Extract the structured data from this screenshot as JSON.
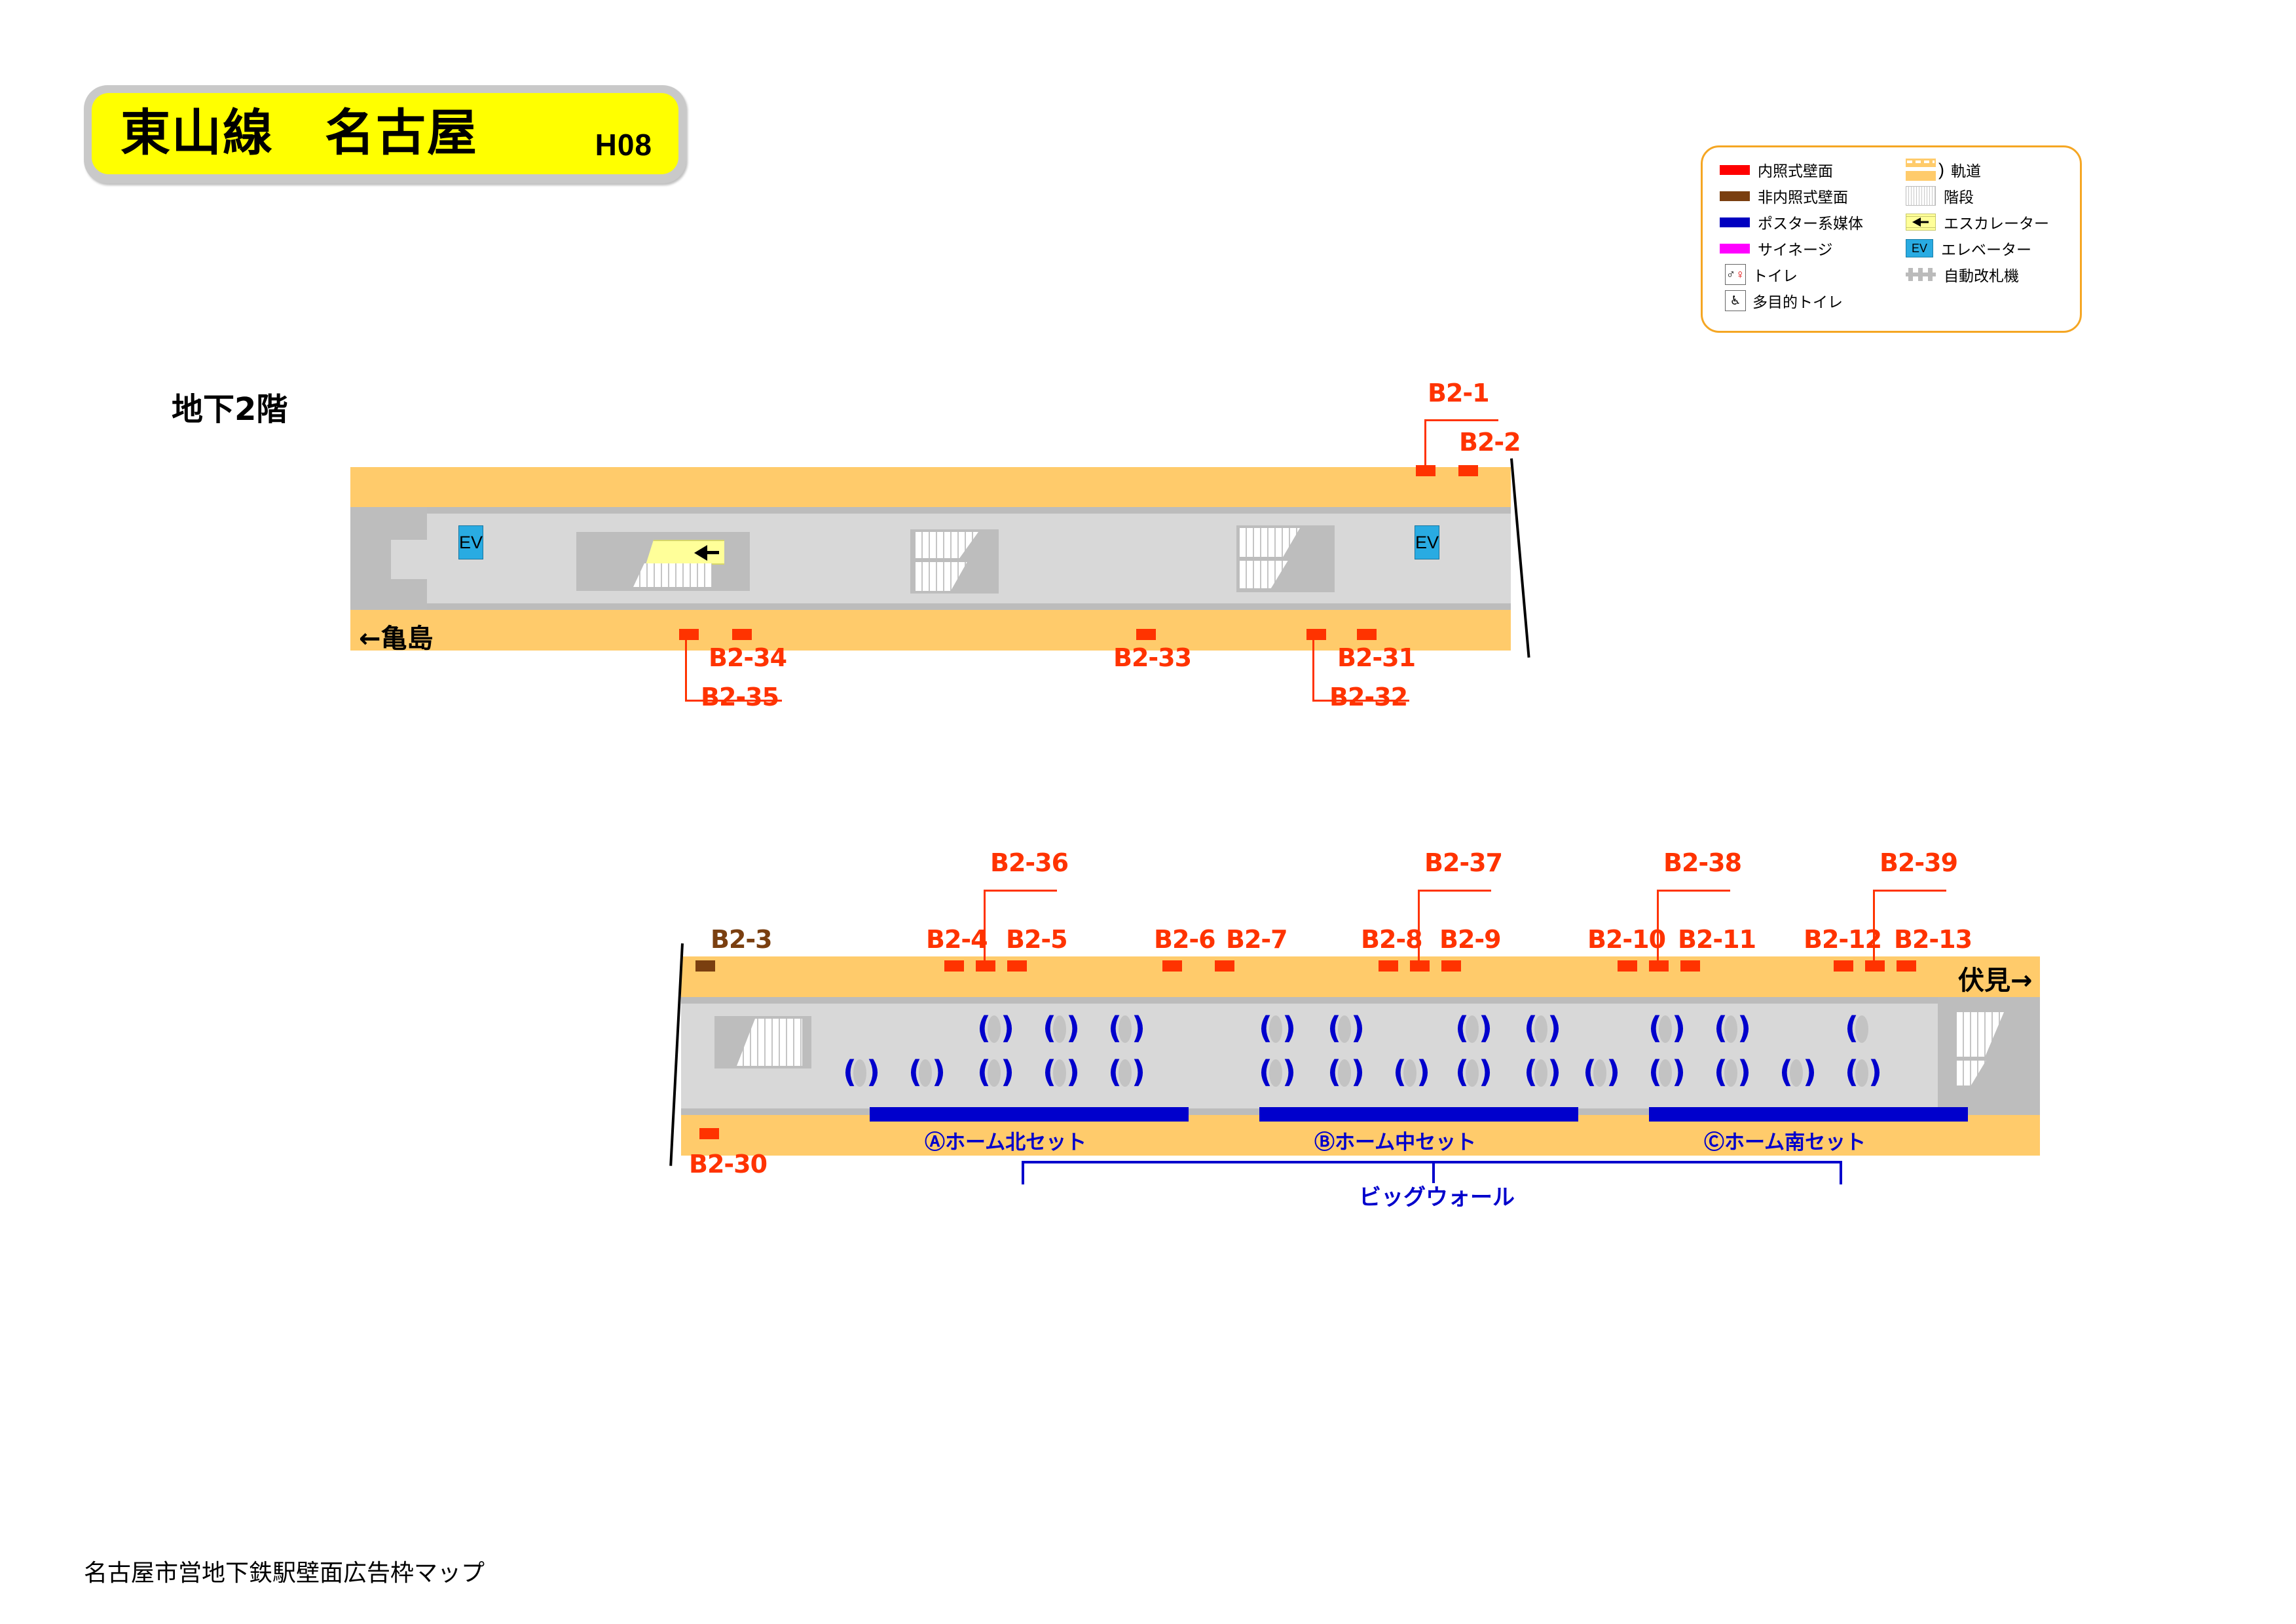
{
  "title": {
    "line_station": "東山線　名古屋",
    "station_code": "H08"
  },
  "legend": {
    "left_items": [
      {
        "swatch": "red-swatch",
        "label": "内照式壁面"
      },
      {
        "swatch": "brown-swatch",
        "label": "非内照式壁面"
      },
      {
        "swatch": "blue-swatch",
        "label": "ポスター系媒体"
      },
      {
        "swatch": "magenta-swatch",
        "label": "サイネージ"
      },
      {
        "swatch": "toilet-icon",
        "label": "トイレ"
      },
      {
        "swatch": "accessible-toilet-icon",
        "label": "多目的トイレ"
      }
    ],
    "right_items": [
      {
        "swatch": "track-icon",
        "label": "軌道"
      },
      {
        "swatch": "stairs-icon",
        "label": "階段"
      },
      {
        "swatch": "escalator-icon",
        "label": "エスカレーター"
      },
      {
        "swatch": "elevator-icon",
        "label": "エレベーター"
      },
      {
        "swatch": "ticket-gate-icon",
        "label": "自動改札機"
      }
    ],
    "elevator_text": "EV",
    "toilet_glyphs": {
      "male": "🚹",
      "female": "🚺",
      "accessible": "♿"
    }
  },
  "floor_label": "地下2階",
  "upper_plan": {
    "direction_left": "←亀島",
    "elevator_text": "EV",
    "top_markers": [
      {
        "id": "B2-1",
        "color": "#ff0000"
      },
      {
        "id": "B2-2",
        "color": "#ff0000"
      }
    ],
    "bottom_markers": [
      {
        "id": "B2-34",
        "color": "#ff0000"
      },
      {
        "id": "B2-35",
        "color": "#ff0000"
      },
      {
        "id": "B2-33",
        "color": "#ff0000"
      },
      {
        "id": "B2-31",
        "color": "#ff0000"
      },
      {
        "id": "B2-32",
        "color": "#ff0000"
      }
    ],
    "labels": {
      "b2_1": "B2-1",
      "b2_2": "B2-2",
      "b2_34": "B2-34",
      "b2_35": "B2-35",
      "b2_33": "B2-33",
      "b2_31": "B2-31",
      "b2_32": "B2-32"
    }
  },
  "lower_plan": {
    "direction_right": "伏見→",
    "labels": {
      "b2_3": "B2-3",
      "b2_4": "B2-4",
      "b2_5": "B2-5",
      "b2_36": "B2-36",
      "b2_6": "B2-6",
      "b2_7": "B2-7",
      "b2_8": "B2-8",
      "b2_9": "B2-9",
      "b2_37": "B2-37",
      "b2_10": "B2-10",
      "b2_11": "B2-11",
      "b2_38": "B2-38",
      "b2_12": "B2-12",
      "b2_13": "B2-13",
      "b2_39": "B2-39",
      "b2_30": "B2-30"
    },
    "poster_sets": [
      {
        "id": "set-a",
        "label": "Ⓐホーム北セット"
      },
      {
        "id": "set-b",
        "label": "Ⓑホーム中セット"
      },
      {
        "id": "set-c",
        "label": "Ⓒホーム南セット"
      }
    ],
    "bigwall_label": "ビッグウォール"
  },
  "footer": "名古屋市営地下鉄駅壁面広告枠マップ",
  "colors": {
    "illuminated": "#ff0000",
    "non_illuminated": "#7a3f10",
    "poster": "#0000c0",
    "signage": "#ff00ff",
    "track": "#ffcb6b",
    "concourse": "#d8d8d8",
    "elevator": "#29abe2",
    "escalator": "#ffff99",
    "banner": "#ffff00"
  }
}
